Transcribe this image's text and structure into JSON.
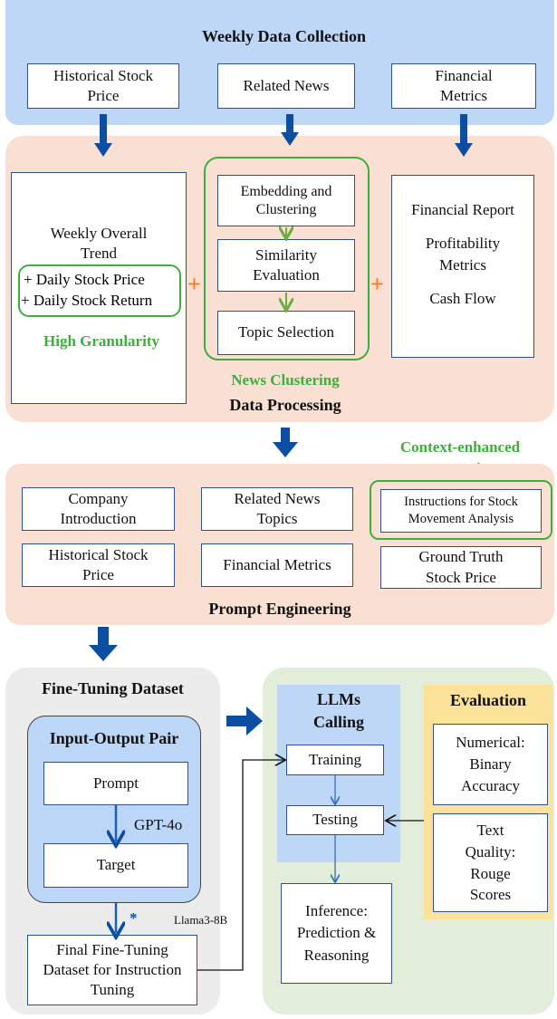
{
  "collection": {
    "title": "Weekly Data Collection",
    "items": [
      "Historical Stock Price",
      "Related News",
      "Financial Metrics"
    ]
  },
  "processing": {
    "title": "Data Processing",
    "trend": {
      "main": "Weekly Overall Trend",
      "extras": [
        "+ Daily Stock Price",
        "+ Daily Stock Return"
      ],
      "caption": "High Granularity"
    },
    "news": {
      "steps": [
        "Embedding and Clustering",
        "Similarity Evaluation",
        "Topic Selection"
      ],
      "caption": "News Clustering"
    },
    "financial": [
      "Financial Report",
      "Profitability Metrics",
      "Cash Flow"
    ],
    "plus": "+"
  },
  "prompt": {
    "title": "Prompt Engineering",
    "context_caption": "Context-enhanced Instruction",
    "items": [
      "Company Introduction",
      "Related News Topics",
      "Instructions for Stock Movement Analysis",
      "Historical Stock Price",
      "Financial Metrics",
      "Ground Truth Stock Price"
    ]
  },
  "finetune": {
    "title": "Fine-Tuning Dataset",
    "pair_title": "Input-Output Pair",
    "prompt": "Prompt",
    "target": "Target",
    "model": "GPT-4o",
    "asterisk": "*",
    "llama": "Llama3-8B",
    "final": "Final Fine-Tuning Dataset for Instruction Tuning"
  },
  "llms": {
    "title": "LLMs Calling",
    "training": "Training",
    "testing": "Testing",
    "inference": "Inference: Prediction & Reasoning"
  },
  "evaluation": {
    "title": "Evaluation",
    "numerical": "Numerical: Binary Accuracy",
    "text": "Text Quality: Rouge Scores"
  },
  "colors": {
    "blue_panel": "#bfd7f7",
    "peach": "#f9e0d2",
    "green_text": "#3fad3f",
    "arrow_blue": "#0b4ea2",
    "orange": "#f47b30",
    "grey": "#ececec",
    "green_panel": "#e2eed9",
    "yellow": "#fde39a"
  }
}
